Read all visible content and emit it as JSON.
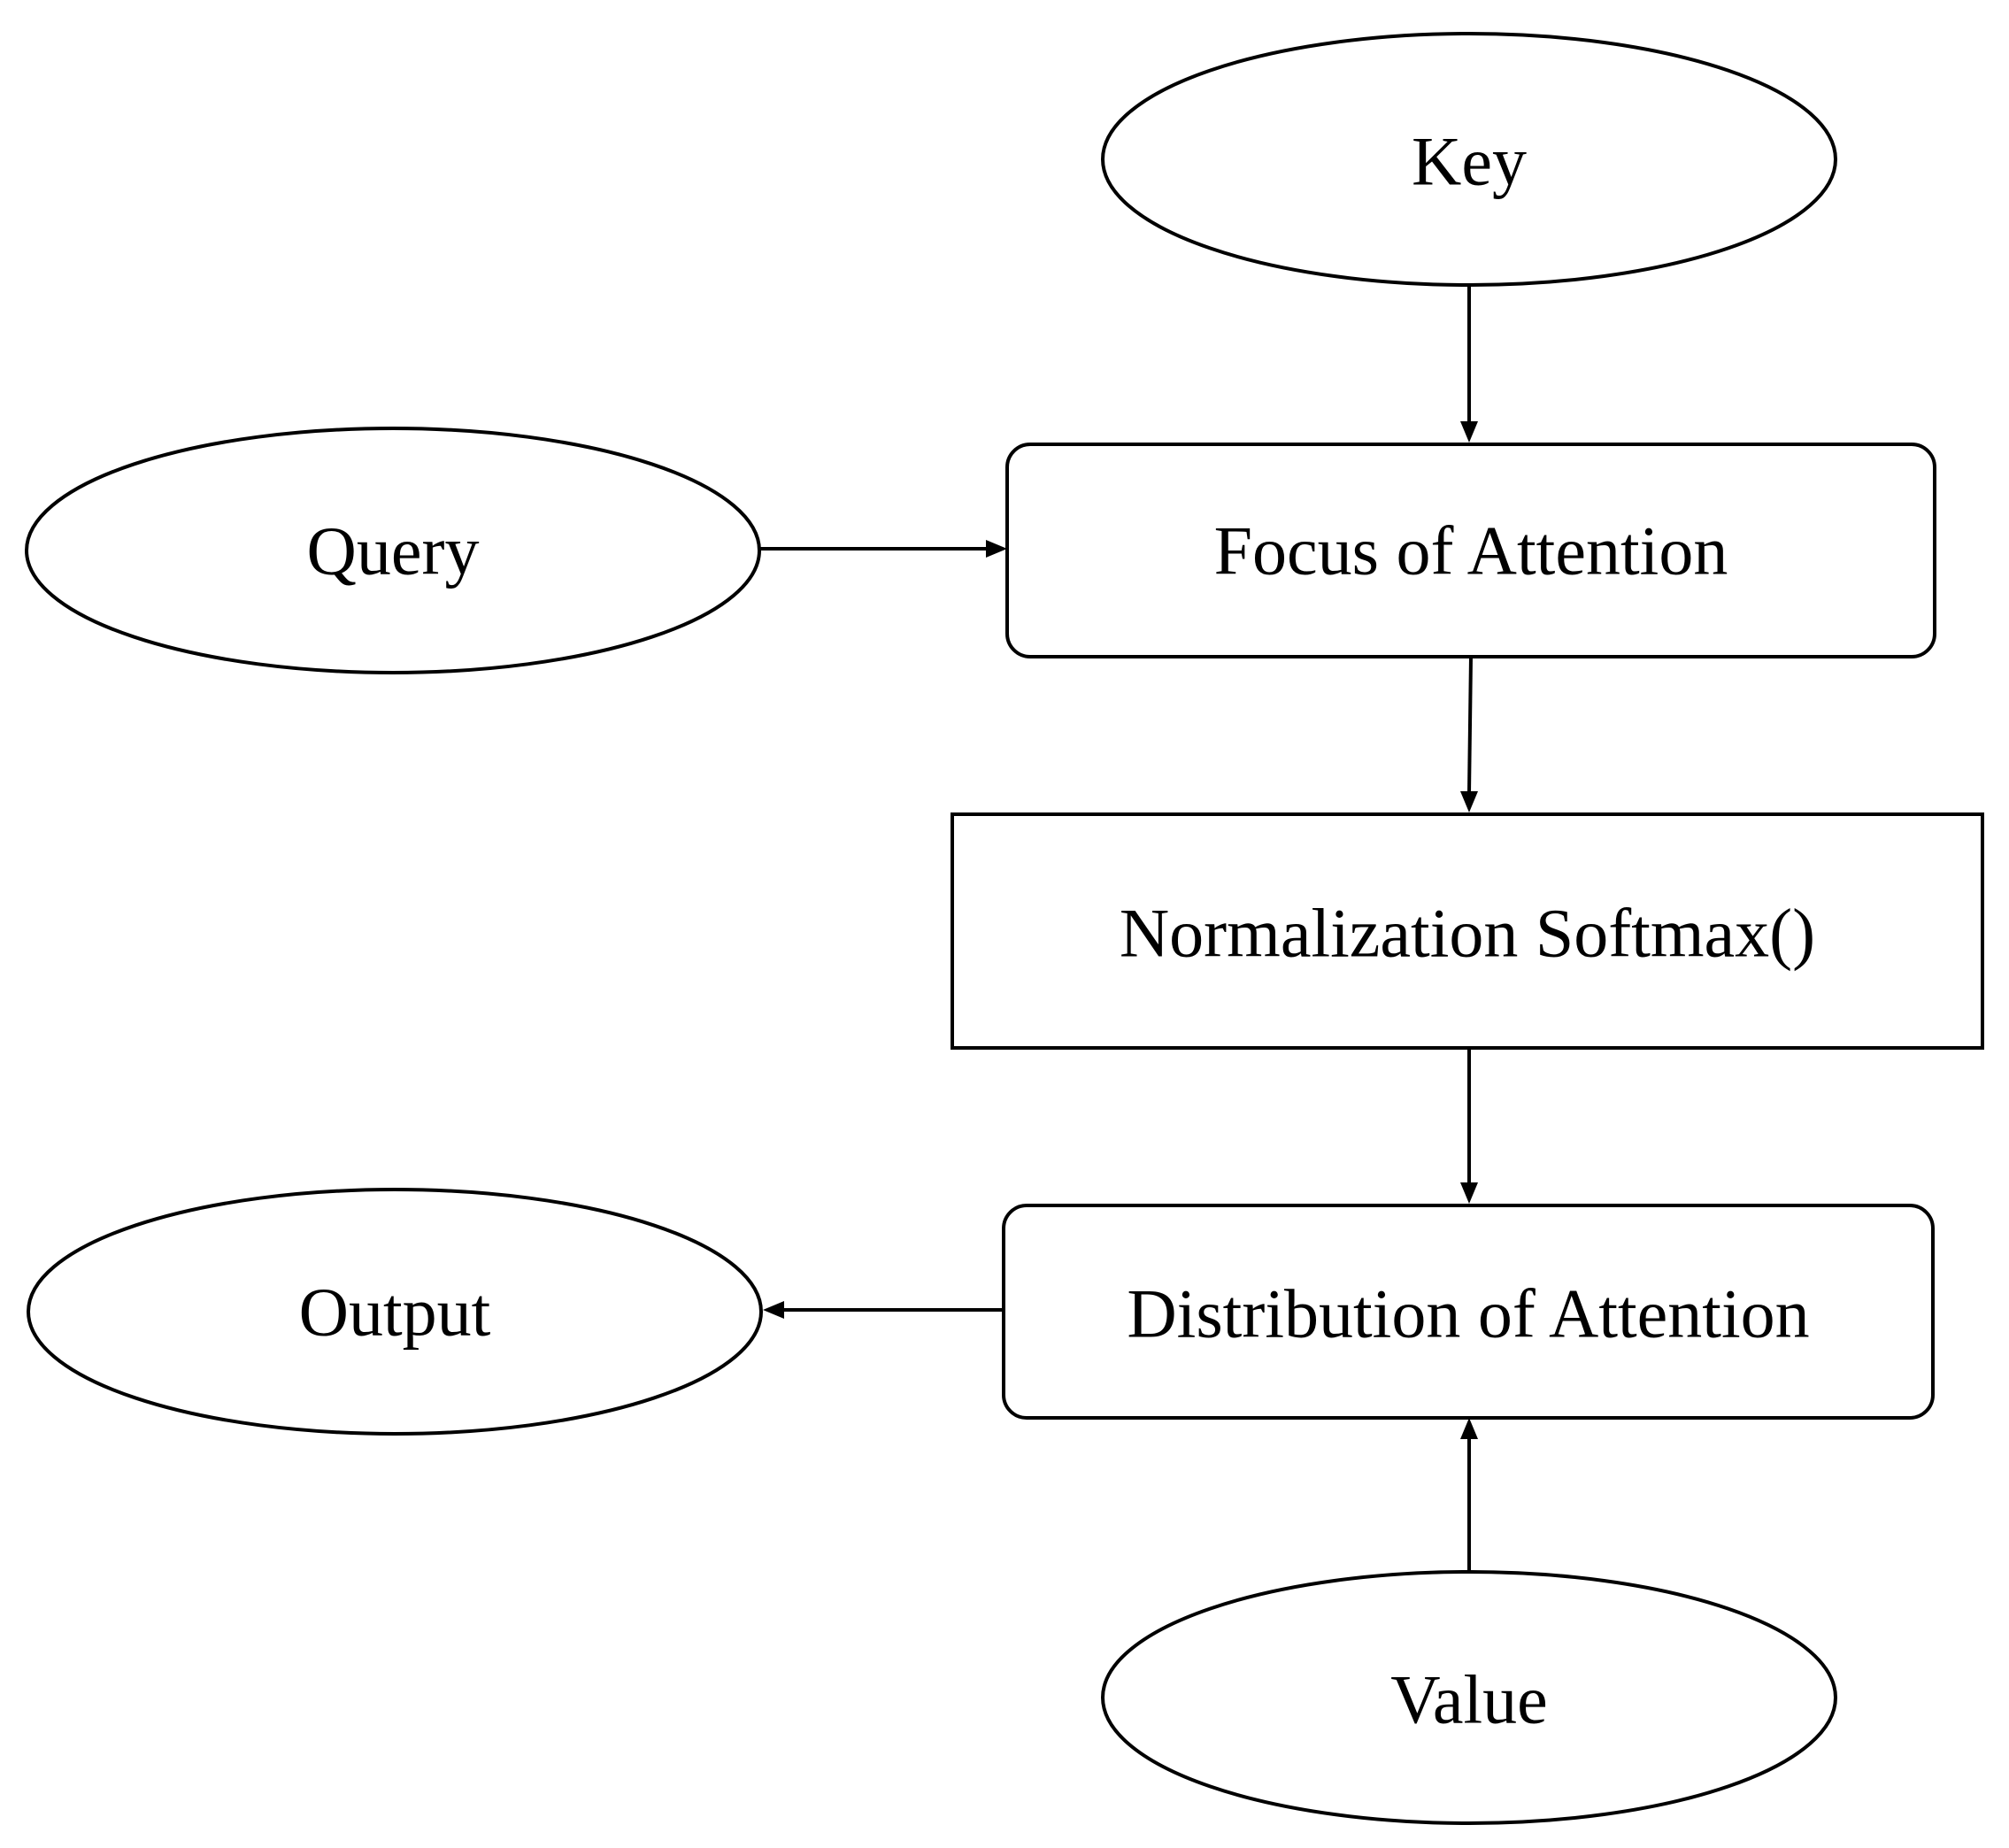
{
  "nodes": {
    "key": {
      "label": "Key",
      "shape": "ellipse"
    },
    "query": {
      "label": "Query",
      "shape": "ellipse"
    },
    "focus": {
      "label": "Focus of Attention",
      "shape": "rounded-rectangle"
    },
    "normalization": {
      "label": "Normalization Softmax()",
      "shape": "rectangle"
    },
    "distribution": {
      "label": "Distribution of Attention",
      "shape": "rounded-rectangle"
    },
    "output": {
      "label": "Output",
      "shape": "ellipse"
    },
    "value": {
      "label": "Value",
      "shape": "ellipse"
    }
  },
  "edges": [
    {
      "from": "key",
      "to": "focus"
    },
    {
      "from": "query",
      "to": "focus"
    },
    {
      "from": "focus",
      "to": "normalization"
    },
    {
      "from": "normalization",
      "to": "distribution"
    },
    {
      "from": "distribution",
      "to": "output"
    },
    {
      "from": "value",
      "to": "distribution"
    }
  ],
  "colors": {
    "stroke": "#000000",
    "fill": "#ffffff",
    "text": "#000000"
  }
}
